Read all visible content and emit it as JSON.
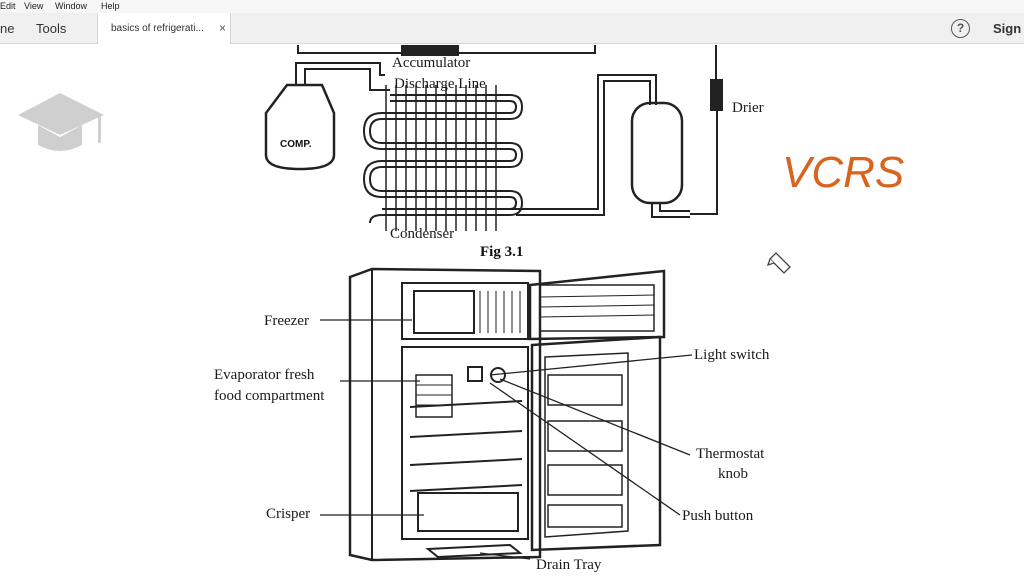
{
  "menu": {
    "items": [
      "Edit",
      "View",
      "Window",
      "Help"
    ]
  },
  "tabs": {
    "home": "ne",
    "tools": "Tools",
    "document": "basics of refrigerati...",
    "close": "×"
  },
  "header": {
    "help": "?",
    "sign_in": "Sign"
  },
  "figure1": {
    "labels": {
      "accumulator": "Accumulator",
      "discharge_line": "Discharge Line",
      "drier": "Drier",
      "comp": "COMP.",
      "condenser": "Condenser"
    },
    "caption": "Fig 3.1"
  },
  "figure2": {
    "labels": {
      "freezer": "Freezer",
      "evaporator_1": "Evaporator fresh",
      "evaporator_2": "food compartment",
      "crisper": "Crisper",
      "light_switch": "Light switch",
      "thermostat_1": "Thermostat",
      "thermostat_2": "knob",
      "push_button": "Push  button",
      "drain_tray": "Drain Tray"
    }
  },
  "annotation": {
    "text": "VCRS",
    "color": "#d8641f"
  }
}
